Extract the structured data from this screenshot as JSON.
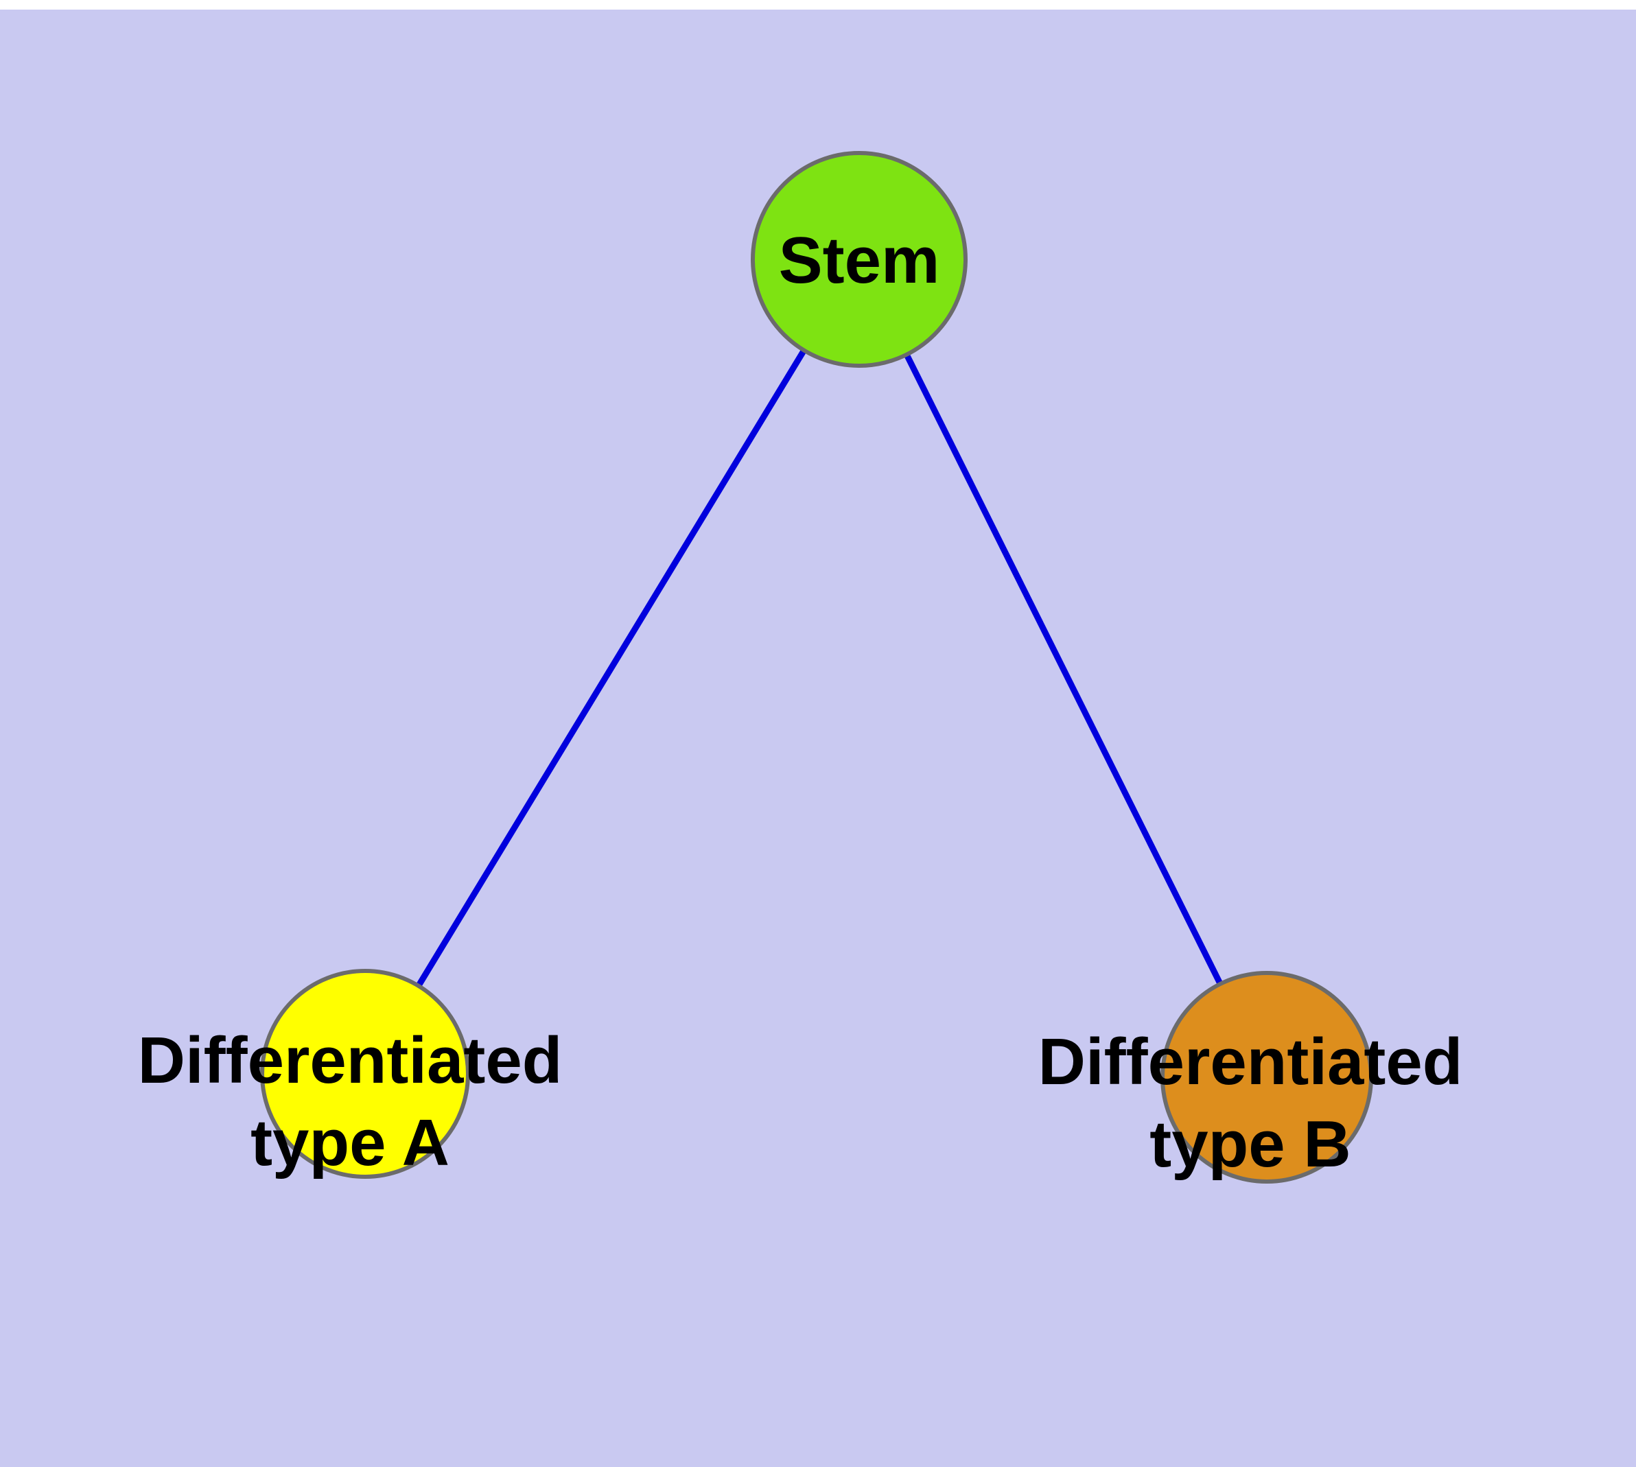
{
  "diagram": {
    "background_color": "#c9c9f1",
    "top_strip_color": "#ffffff",
    "edge_color": "#0000dd",
    "node_stroke_color": "#6b6b6b",
    "text_color": "#000000",
    "nodes": [
      {
        "id": "stem",
        "label": "Stem",
        "fill": "#7ee312"
      },
      {
        "id": "differentiated-type-a",
        "line1": "Differentiated",
        "line2": "type A",
        "fill": "#ffff00"
      },
      {
        "id": "differentiated-type-b",
        "line1": "Differentiated",
        "line2": "type B",
        "fill": "#dd8e1d"
      }
    ],
    "edges": [
      {
        "from": "stem",
        "to": "differentiated-type-a"
      },
      {
        "from": "stem",
        "to": "differentiated-type-b"
      }
    ]
  }
}
